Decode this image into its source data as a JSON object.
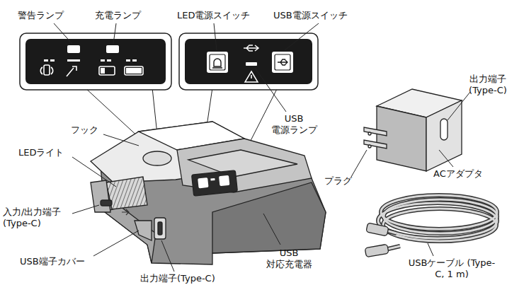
{
  "diagram": {
    "labels": [
      "警告ランプ",
      "充電ランプ",
      "LED電源スイッチ",
      "USB電源スイッチ",
      "出力端子 (Type-C)",
      "フック",
      "LEDライト",
      "USB 電源ランプ",
      "入力/出力端子 (Type-C)",
      "プラグ",
      "ACアダプタ",
      "USB端子カバー",
      "出力端子(Type-C)",
      "USB 対応充電器",
      "USBケーブル (Type-C, 1 m)"
    ]
  }
}
